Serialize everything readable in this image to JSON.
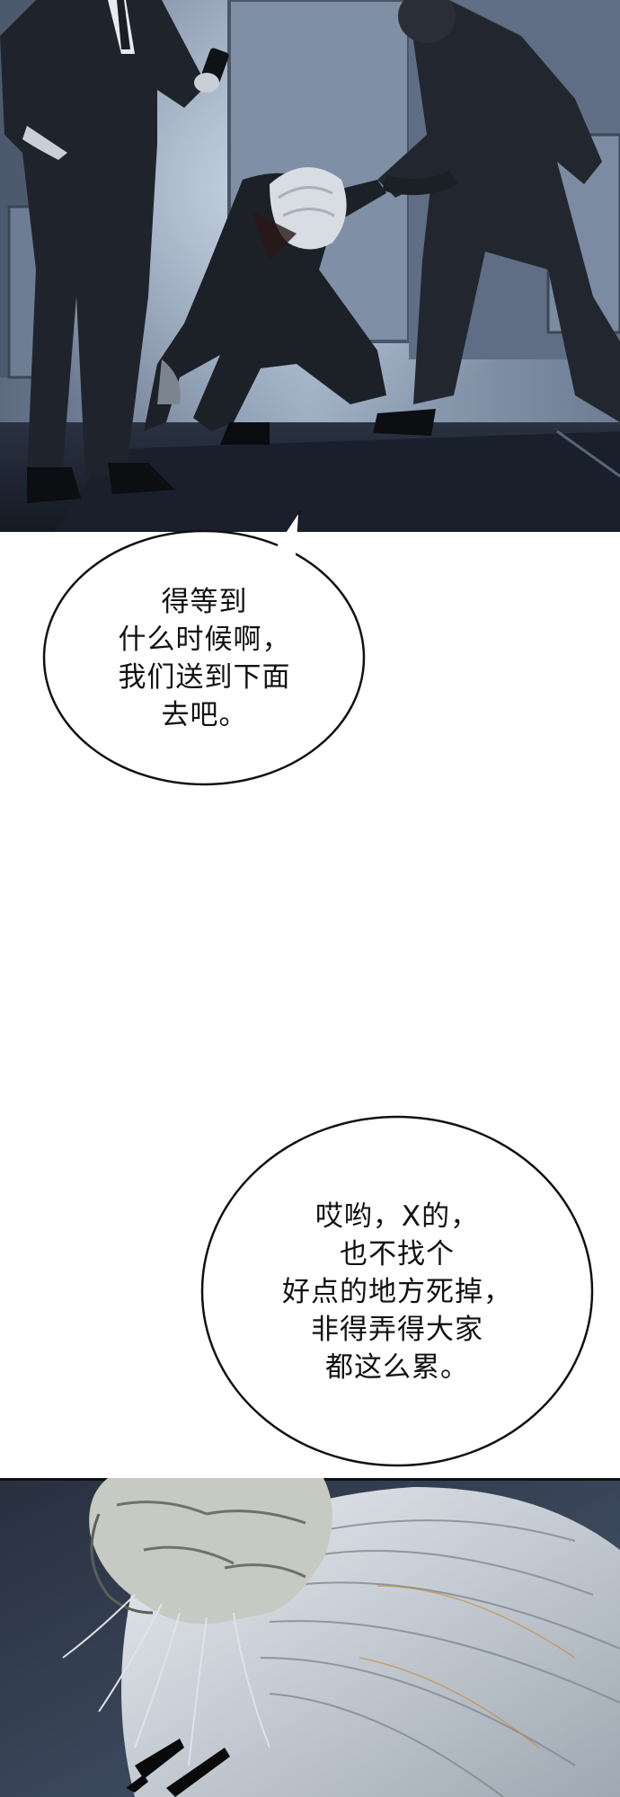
{
  "comic": {
    "bubble_1": {
      "lines": [
        "得等到",
        "什么时候啊，",
        "我们送到下面",
        "去吧。"
      ]
    },
    "bubble_2": {
      "lines": [
        "哎哟，X的，",
        "也不找个",
        "好点的地方死掉，",
        "非得弄得大家",
        "都这么累。"
      ]
    }
  },
  "colors": {
    "bubble_fill": "#ffffff",
    "bubble_stroke": "#111111",
    "panel_dark": "#1c2330",
    "panel_light": "#8fa0b5"
  }
}
